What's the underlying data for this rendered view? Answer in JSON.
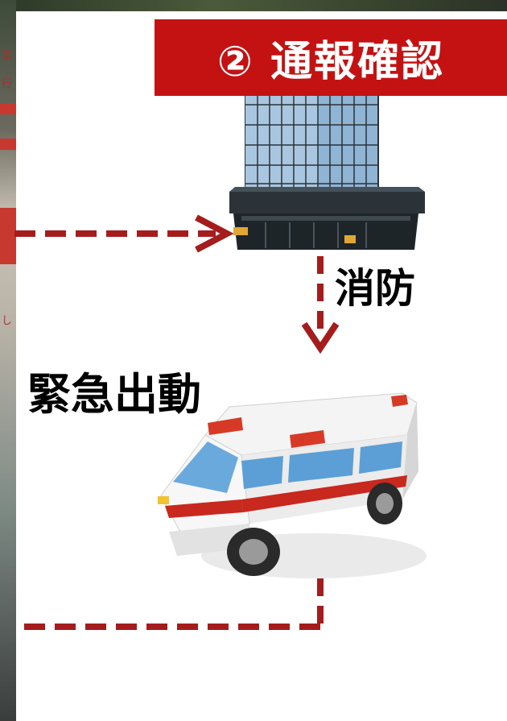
{
  "title": "② 通報確認",
  "labels": {
    "fire_department": "消防",
    "emergency_dispatch": "緊急出動"
  },
  "side_snippets": [
    "急",
    "行",
    "し"
  ],
  "colors": {
    "banner_red": "#c41212",
    "arrow_red": "#a51c1c",
    "building_glass": "#7fa8c9",
    "building_frame": "#2b3338",
    "ambulance_body": "#f2f2f2",
    "ambulance_stripe": "#c8281e",
    "ambulance_glass": "#6aa9dc"
  },
  "icons": {
    "building": "office-building-icon",
    "ambulance": "ambulance-icon"
  }
}
